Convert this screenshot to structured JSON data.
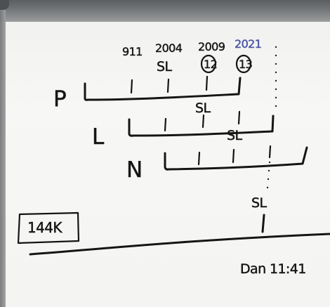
{
  "whiteboard": {
    "top_dates": [
      "911",
      "2004",
      "2009",
      "2021"
    ],
    "circled_marks": [
      "12",
      "13"
    ],
    "sl_labels": [
      "SL",
      "SL",
      "SL",
      "SL"
    ],
    "row_labels": [
      "P",
      "L",
      "N"
    ],
    "box_label": "144K",
    "bottom_label": "Dan 11:41"
  }
}
